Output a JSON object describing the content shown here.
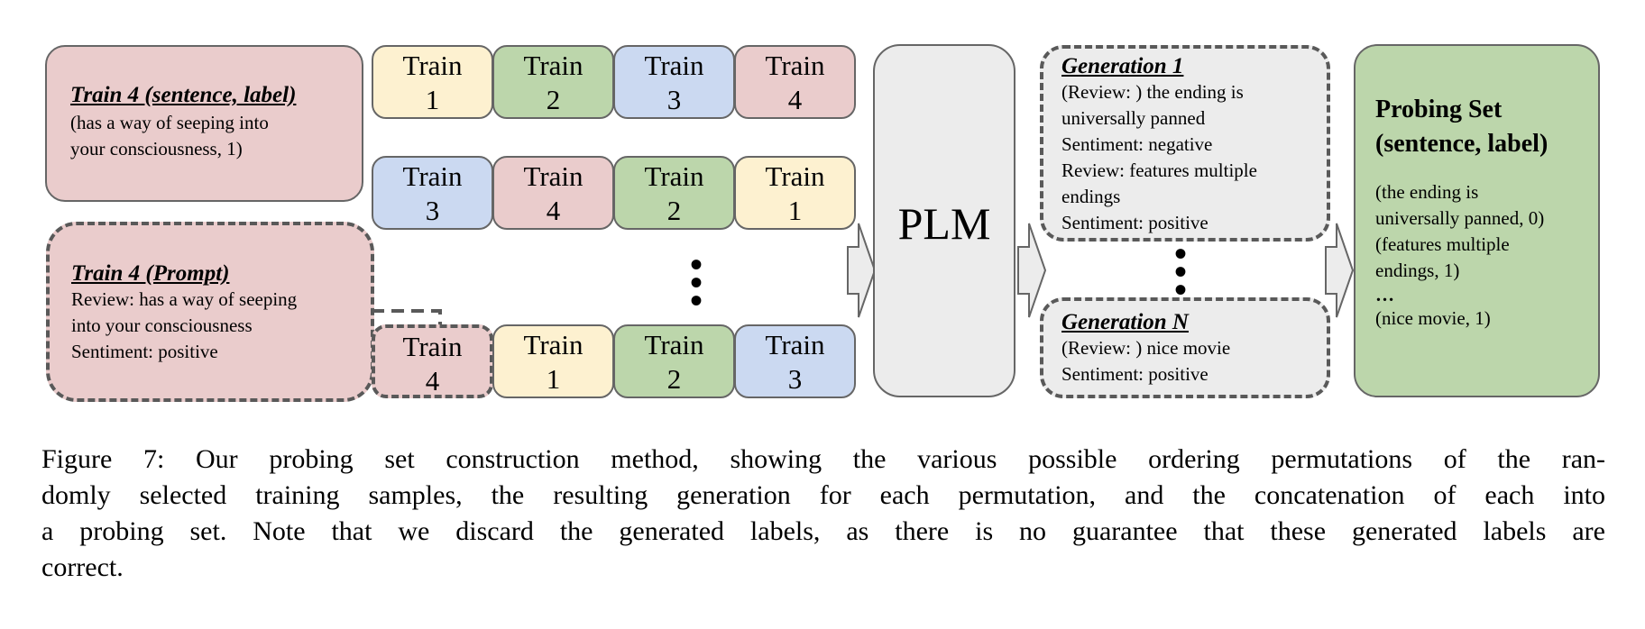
{
  "figure": {
    "train_sentence_box": {
      "title": "Train 4 (sentence, label)",
      "lines": [
        "(has a way of seeping into",
        "your consciousness, 1)"
      ]
    },
    "train_prompt_box": {
      "title": "Train 4 (Prompt)",
      "lines": [
        "Review: has a way of seeping",
        "into your consciousness",
        "Sentiment: positive"
      ]
    },
    "permutation_rows": [
      {
        "cells": [
          {
            "word": "Train",
            "num": "1",
            "color": "yellow"
          },
          {
            "word": "Train",
            "num": "2",
            "color": "green"
          },
          {
            "word": "Train",
            "num": "3",
            "color": "blue"
          },
          {
            "word": "Train",
            "num": "4",
            "color": "pink"
          }
        ]
      },
      {
        "cells": [
          {
            "word": "Train",
            "num": "3",
            "color": "blue"
          },
          {
            "word": "Train",
            "num": "4",
            "color": "pink"
          },
          {
            "word": "Train",
            "num": "2",
            "color": "green"
          },
          {
            "word": "Train",
            "num": "1",
            "color": "yellow"
          }
        ]
      },
      {
        "cells": [
          {
            "word": "Train",
            "num": "4",
            "color": "pink"
          },
          {
            "word": "Train",
            "num": "1",
            "color": "yellow"
          },
          {
            "word": "Train",
            "num": "2",
            "color": "green"
          },
          {
            "word": "Train",
            "num": "3",
            "color": "blue"
          }
        ]
      }
    ],
    "ellipsis_vertical": "⋮",
    "model_label": "PLM",
    "generations": [
      {
        "title": "Generation 1",
        "lines": [
          "(Review: ) the ending is",
          "universally panned",
          "Sentiment: negative",
          "Review: features multiple",
          "endings",
          "Sentiment: positive"
        ]
      },
      {
        "title": "Generation N",
        "lines": [
          "(Review: ) nice movie",
          "Sentiment: positive"
        ]
      }
    ],
    "probing_set": {
      "title_lines": [
        "Probing Set",
        "(sentence, label)"
      ],
      "lines": [
        "(the ending is",
        "universally panned, 0)",
        "(features multiple",
        "endings, 1)",
        "…",
        "(nice movie, 1)"
      ]
    },
    "colors": {
      "pink": "#eacccc",
      "yellow": "#fdf1d0",
      "green": "#bcd6ab",
      "blue": "#cbd9f1",
      "grey": "#ececec",
      "border": "#666666"
    }
  },
  "caption": {
    "lines": [
      "Figure 7: Our probing set construction method, showing the various possible ordering permutations of the ran-",
      "domly selected training samples, the resulting generation for each permutation, and the concatenation of each into",
      "a probing set. Note that we discard the generated labels, as there is no guarantee that these generated labels are",
      "correct."
    ]
  }
}
